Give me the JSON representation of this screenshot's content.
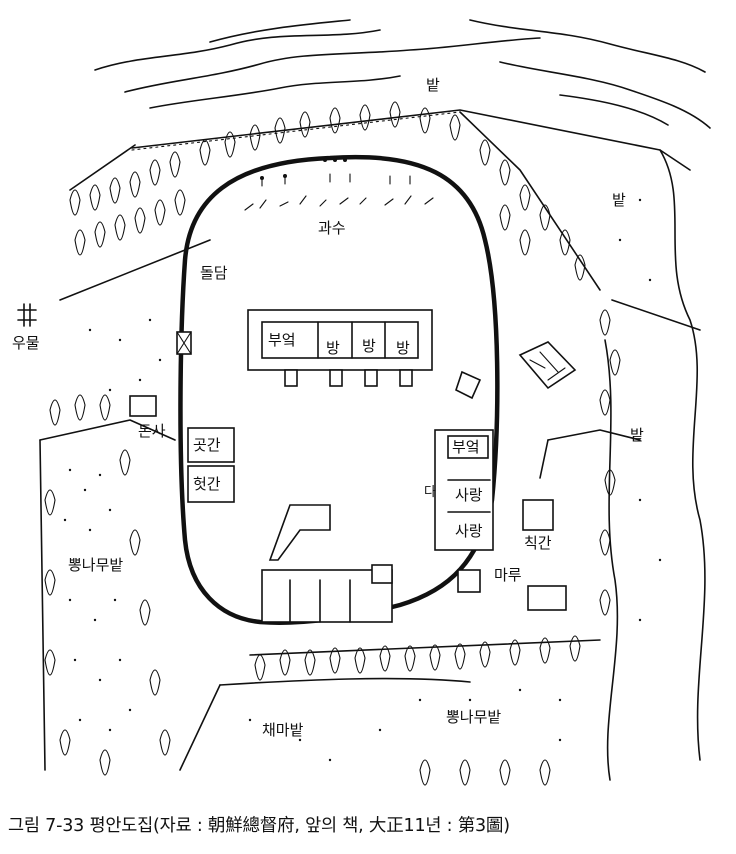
{
  "labels": {
    "bat_top": "밭",
    "bat_right_top": "밭",
    "bat_right_mid": "밭",
    "orchard": "과수",
    "stone_wall": "돌담",
    "well": "우물",
    "pigsty": "돈사",
    "storehouse": "곳간",
    "barn": "헛간",
    "mulberry_left": "뽕나무밭",
    "mulberry_right": "뽕나무밭",
    "vegetable_field": "채마밭",
    "toilet": "칙간",
    "maru": "마루",
    "main_kitchen": "부엌",
    "main_room_1": "방",
    "main_room_2": "방",
    "main_room_3": "방",
    "side_kitchen": "부엌",
    "sarang_1": "사랑",
    "sarang_2": "사랑",
    "side_mark": "다"
  },
  "caption": "그림 7-33  평안도집(자료 : 朝鮮總督府, 앞의 책, 大正11년 : 第3圖)"
}
